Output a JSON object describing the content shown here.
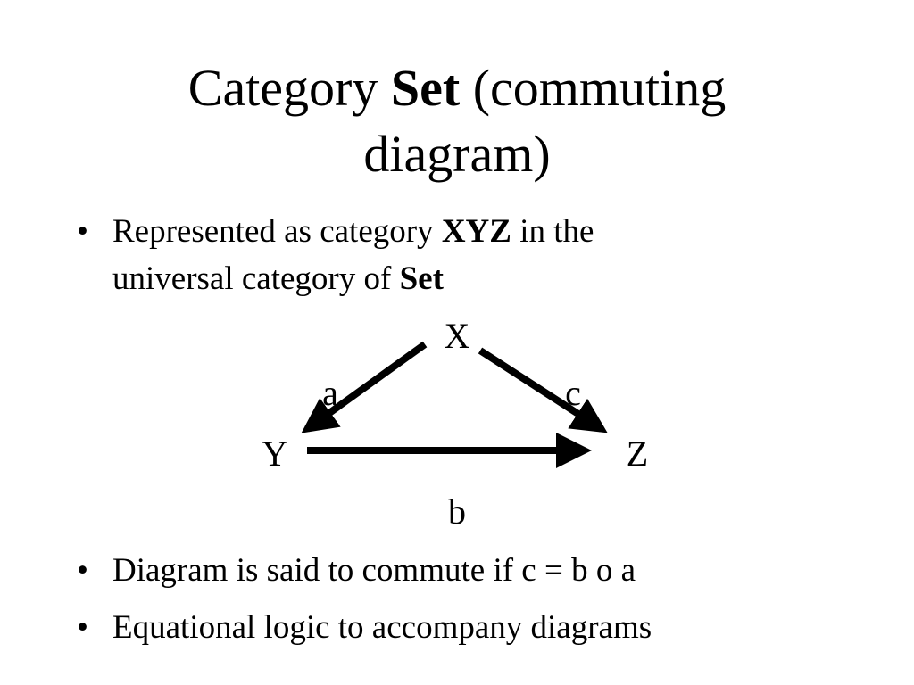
{
  "title": {
    "part1": "Category ",
    "bold": "Set",
    "part2": " (commuting",
    "line2": "diagram)"
  },
  "bullets": [
    {
      "marker": "•",
      "line1_prefix": "Represented as category ",
      "line1_bold": "XYZ",
      "line1_suffix": " in the",
      "line2_prefix": "universal category of ",
      "line2_bold": "Set"
    },
    {
      "marker": "•",
      "text": "Diagram is said to commute if c = b  o a"
    },
    {
      "marker": "•",
      "text": "Equational logic to accompany diagrams"
    }
  ],
  "diagram": {
    "nodes": {
      "x": "X",
      "y": "Y",
      "z": "Z"
    },
    "arrows": {
      "a": "a",
      "b": "b",
      "c": "c"
    },
    "arrow_color": "#000000"
  }
}
